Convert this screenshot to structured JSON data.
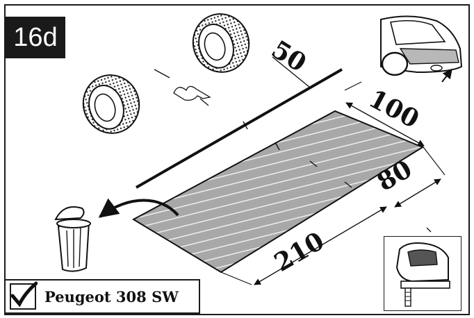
{
  "step": {
    "label": "16d"
  },
  "model": {
    "name": "Peugeot 308 SW"
  },
  "dimensions": {
    "d50": "50",
    "d100": "100",
    "d80": "80",
    "d210": "210"
  },
  "icons": [
    "tire-icon",
    "hand-icon",
    "trash-can-icon",
    "car-rear-icon",
    "jigsaw-icon",
    "checkmark-icon",
    "arrow-icon"
  ]
}
